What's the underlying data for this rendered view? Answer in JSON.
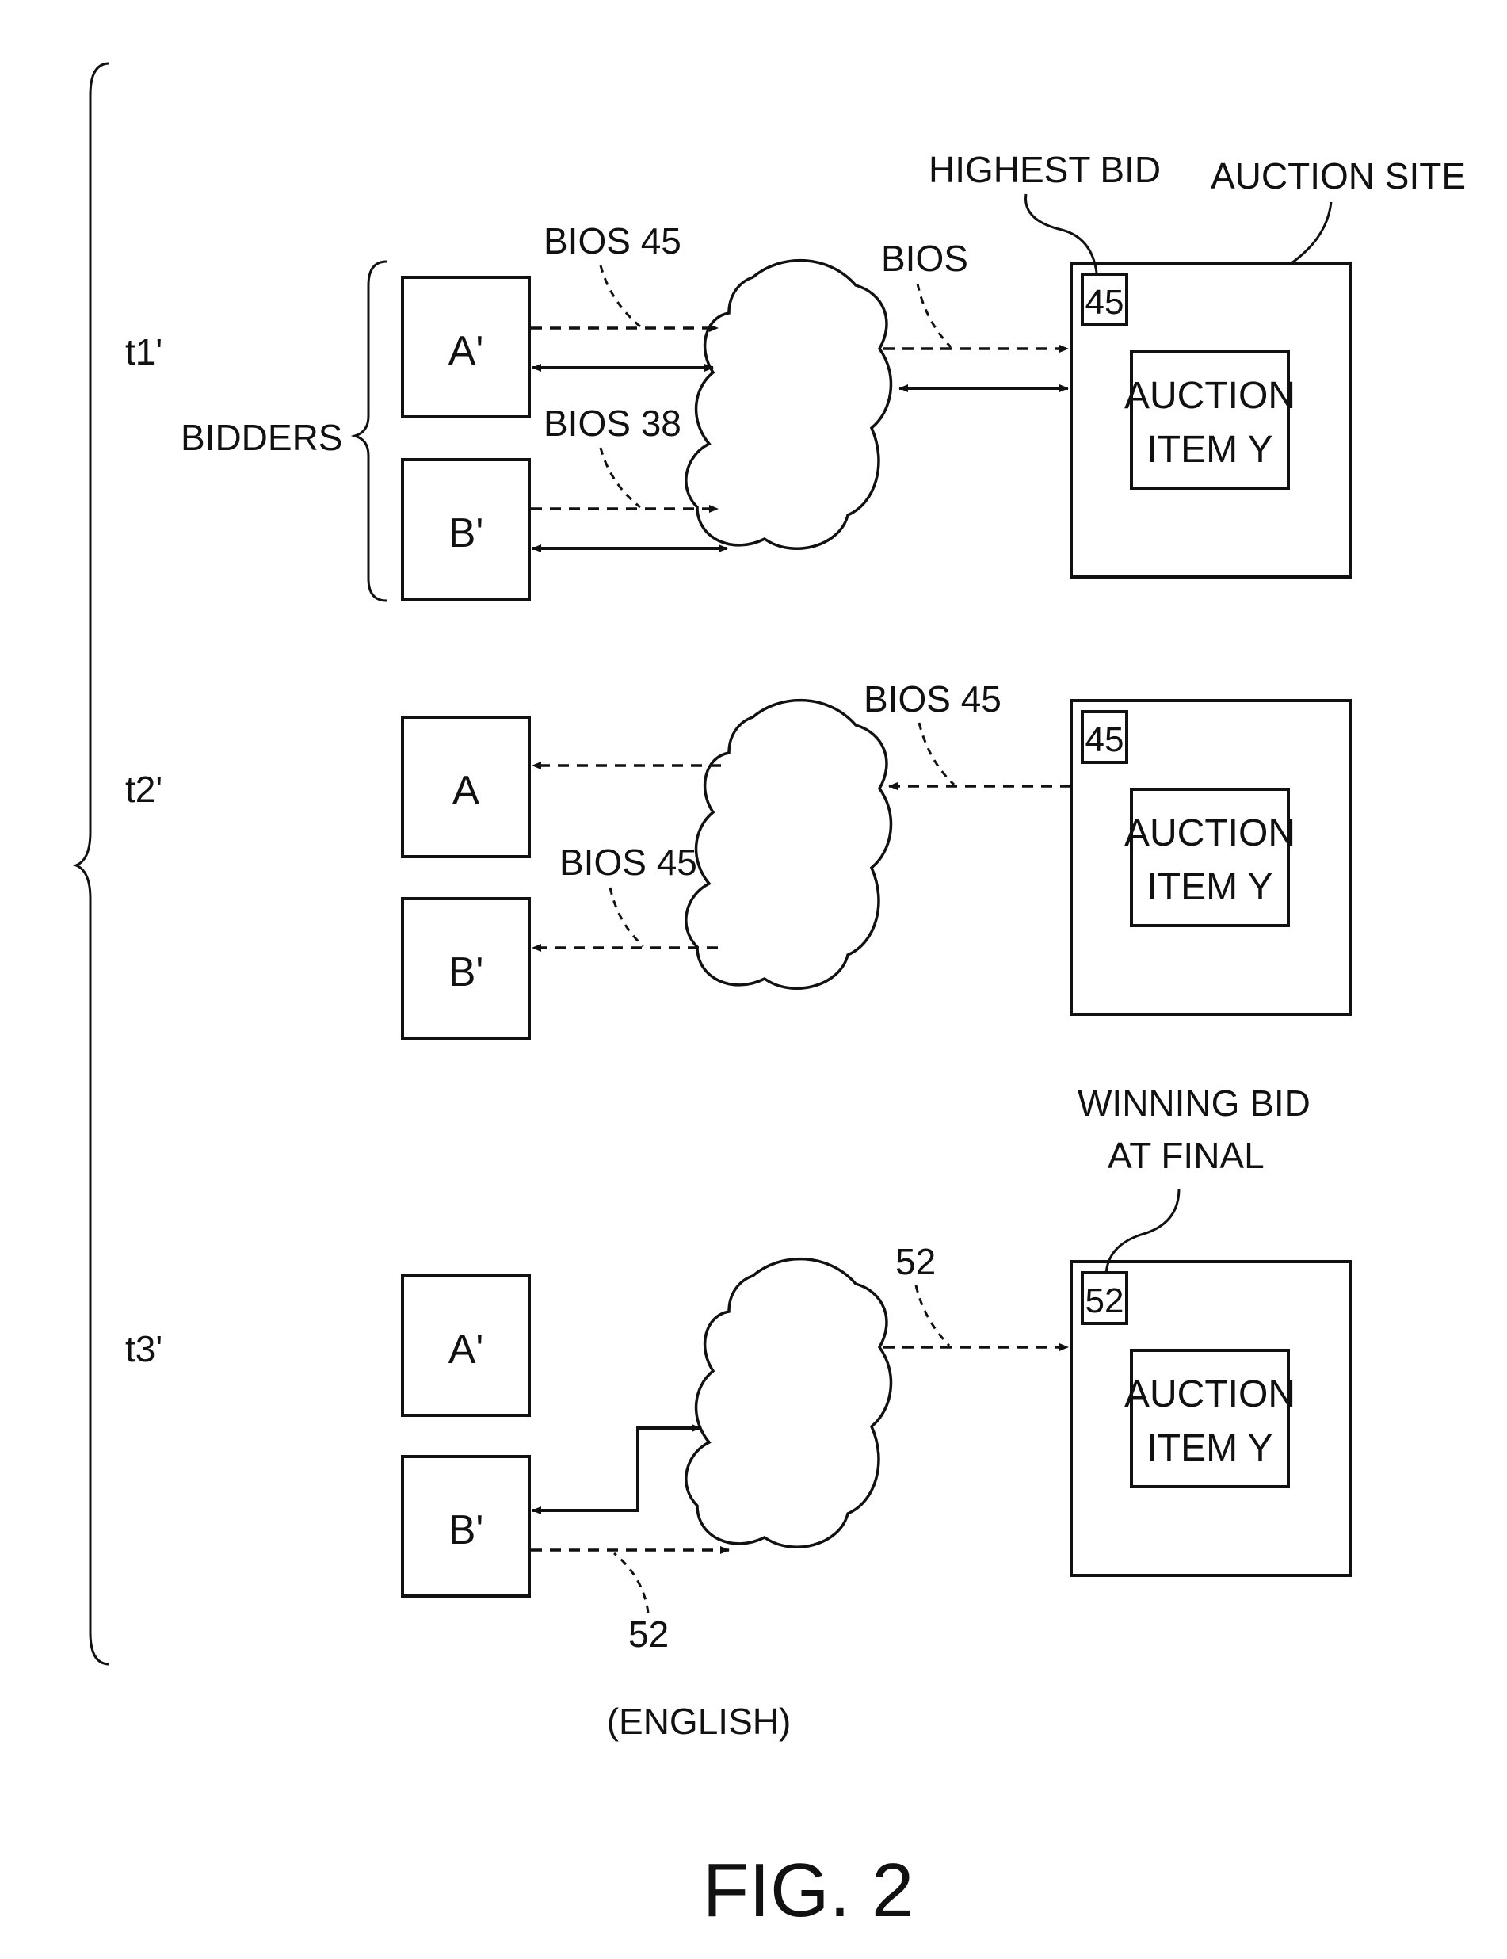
{
  "labels": {
    "highest_bid": "HIGHEST BID",
    "auction_site": "AUCTION SITE",
    "bidders": "BIDDERS",
    "winning_bid_line1": "WINNING BID",
    "winning_bid_line2": "AT FINAL",
    "english": "(ENGLISH)",
    "figure": "FIG. 2"
  },
  "time_labels": {
    "t1": "t1'",
    "t2": "t2'",
    "t3": "t3'"
  },
  "stage1": {
    "bidder_a": "A'",
    "bidder_b": "B'",
    "bid_a": "BIOS 45",
    "bid_b": "BIOS 38",
    "to_site": "BIOS",
    "current_bid": "45",
    "item_line1": "AUCTION",
    "item_line2": "ITEM Y"
  },
  "stage2": {
    "bidder_a": "A",
    "bidder_b": "B'",
    "from_site": "BIOS 45",
    "to_b": "BIOS 45",
    "current_bid": "45",
    "item_line1": "AUCTION",
    "item_line2": "ITEM Y"
  },
  "stage3": {
    "bidder_a": "A'",
    "bidder_b": "B'",
    "to_site": "52",
    "from_b": "52",
    "current_bid": "52",
    "item_line1": "AUCTION",
    "item_line2": "ITEM Y"
  }
}
